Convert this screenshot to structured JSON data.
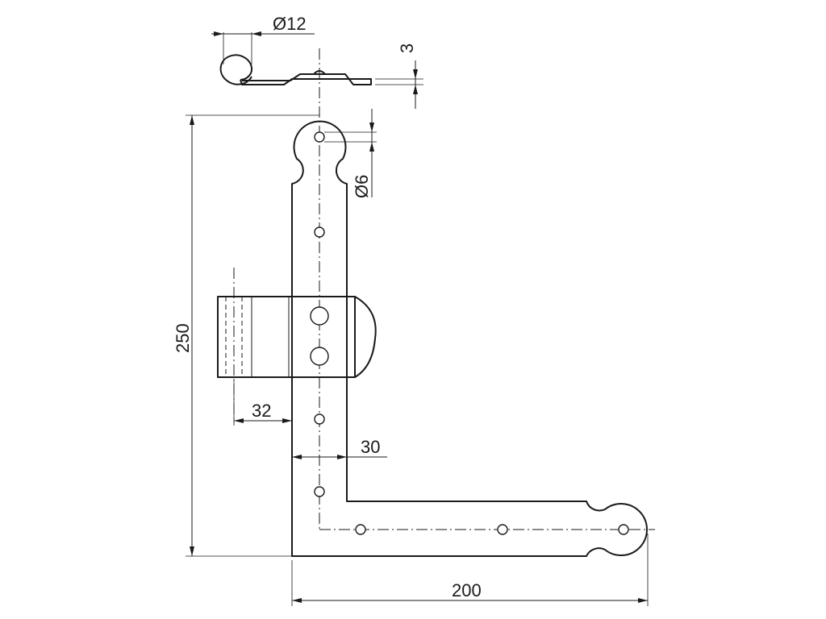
{
  "drawing": {
    "background_color": "#ffffff",
    "line_color": "#1a1a1a",
    "dimensions": {
      "overall_height": "250",
      "overall_width": "200",
      "eye_diameter": "Ø12",
      "strap_thickness": "3",
      "hole_diameter": "Ø6",
      "strap_width": "30",
      "pintle_offset": "32"
    }
  }
}
